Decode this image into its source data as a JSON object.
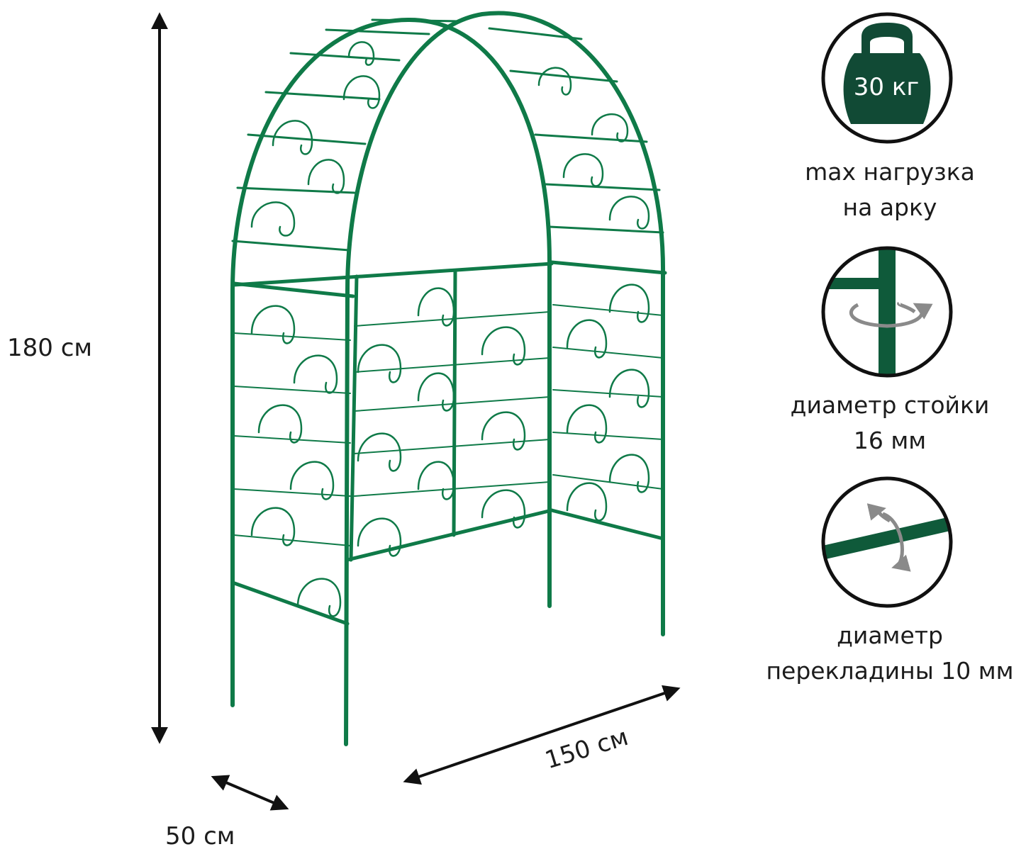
{
  "dimensions": {
    "height": "180 см",
    "width": "150 см",
    "depth": "50 см"
  },
  "specs": {
    "load": {
      "weight_badge": "30 кг",
      "line1": "max нагрузка",
      "line2": "на арку"
    },
    "post": {
      "line1": "диаметр стойки",
      "line2": "16 мм"
    },
    "crossbar": {
      "line1": "диаметр",
      "line2": "перекладины 10 мм"
    }
  },
  "colors": {
    "frame_green": "#0f7a48",
    "icon_green": "#114a35",
    "arrow_gray": "#8a8a8a",
    "text": "#1c1c1c"
  },
  "icons": [
    "kettlebell-icon",
    "post-rotation-icon",
    "crossbar-rotation-icon"
  ]
}
